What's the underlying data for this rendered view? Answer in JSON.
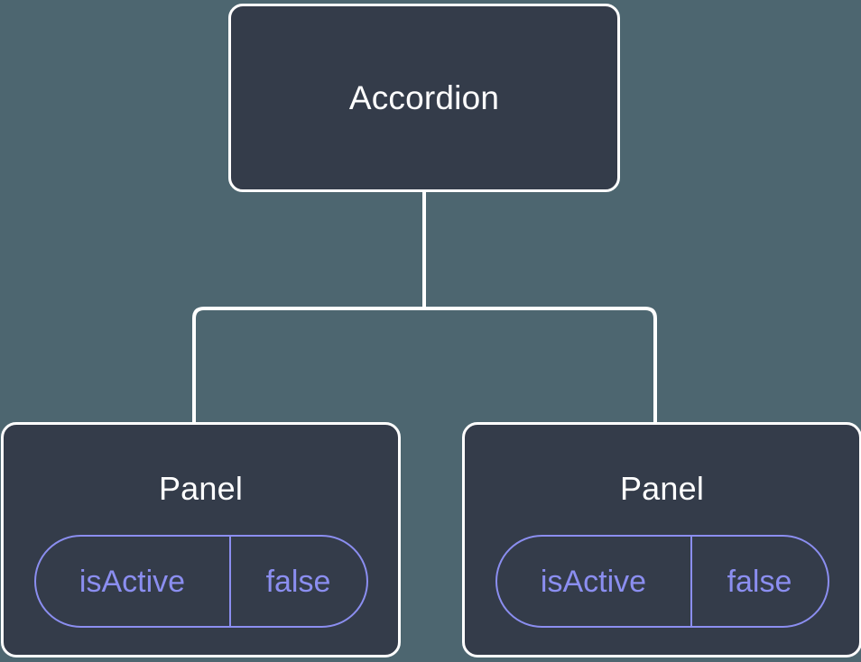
{
  "canvas": {
    "background_color": "#4d6670",
    "node_fill_color": "#343c4a",
    "node_border_color": "#ffffff",
    "connector_color": "#ffffff",
    "prop_accent_color": "#8b8ef0",
    "title_text_color": "#ffffff"
  },
  "tree": {
    "root": {
      "title": "Accordion"
    },
    "children": [
      {
        "title": "Panel",
        "props": [
          {
            "key": "isActive",
            "value": "false"
          }
        ]
      },
      {
        "title": "Panel",
        "props": [
          {
            "key": "isActive",
            "value": "false"
          }
        ]
      }
    ]
  }
}
